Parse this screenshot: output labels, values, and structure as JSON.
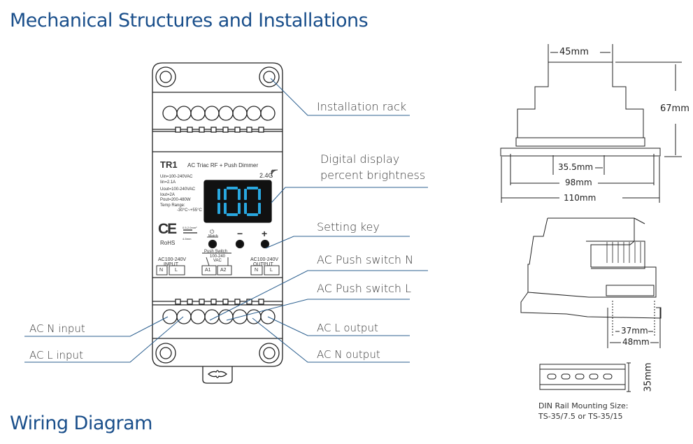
{
  "headings": {
    "mechanical": "Mechanical Structures and Installations",
    "wiring": "Wiring Diagram"
  },
  "device": {
    "model": "TR1",
    "subtitle": "AC Triac RF + Push Dimmer",
    "rf_band": "2.4G",
    "specs_in": [
      "Uin=100-240VAC",
      "Iin=2.1A"
    ],
    "specs_out": [
      "Uout=100-240VAC",
      "Iout=2A",
      "Pout=200-480W",
      "Temp Range:",
      "-30°C~+55°C"
    ],
    "display_value": "100",
    "display_color": "#29a8e0",
    "cert_ce": "CE",
    "cert_rohs": "RoHS",
    "wire_spec_top": "0.5-2.0mm²",
    "wire_spec_bottom": "4-5mm",
    "keys": [
      {
        "label": "Match",
        "icon": "power-icon"
      },
      {
        "label": "−",
        "icon": "minus-icon"
      },
      {
        "label": "+",
        "icon": "plus-icon"
      }
    ],
    "terminals": {
      "input_label": "AC100-240V",
      "input_sub": "INPUT",
      "input_pins": [
        "N",
        "L"
      ],
      "push_label": "Push Switch",
      "push_sub1": "100-240",
      "push_sub2": "VAC",
      "push_pins": [
        "A1",
        "A2"
      ],
      "output_label": "AC100-240V",
      "output_sub": "OUTPUT",
      "output_pins": [
        "N",
        "L"
      ]
    }
  },
  "callouts": {
    "installation_rack": "Installation rack",
    "digital_display_1": "Digital display",
    "digital_display_2": "percent brightness",
    "setting_key": "Setting key",
    "push_switch_n": "AC Push switch N",
    "push_switch_l": "AC Push switch L",
    "l_output": "AC L output",
    "n_output": "AC N output",
    "n_input": "AC N input",
    "l_input": "AC L input"
  },
  "dimensions": {
    "top_width": "45mm",
    "height": "67mm",
    "rail_gap": "35.5mm",
    "hole_span": "98mm",
    "total_width": "110mm",
    "side_inner": "37mm",
    "side_outer": "48mm",
    "din_height": "35mm"
  },
  "din_rail": {
    "line1": "DIN Rail Mounting Size:",
    "line2": "TS-35/7.5 or TS-35/15"
  },
  "colors": {
    "heading": "#1a4f8b",
    "leader": "#2b5f8f"
  }
}
